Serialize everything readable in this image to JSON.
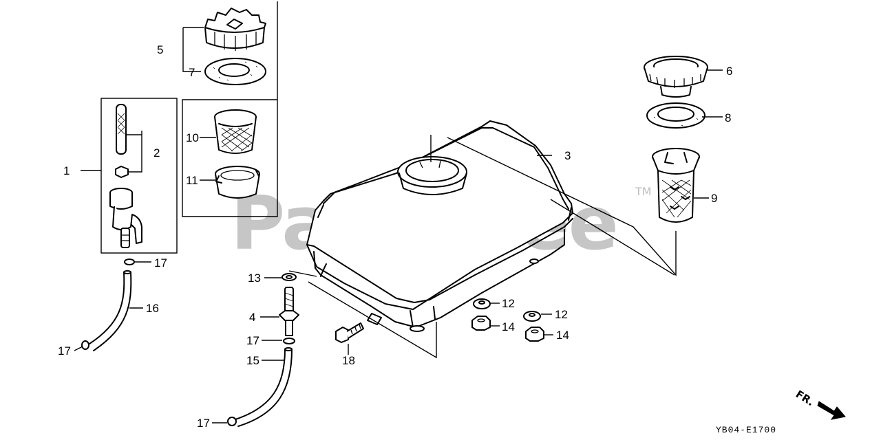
{
  "watermark": {
    "brand": "PartsTree",
    "trademark": "TM"
  },
  "diagram_code": "YB04-E1700",
  "front_indicator": "FR.",
  "callouts": {
    "c1": "1",
    "c2": "2",
    "c3": "3",
    "c4": "4",
    "c5": "5",
    "c6": "6",
    "c7": "7",
    "c8": "8",
    "c9": "9",
    "c10": "10",
    "c11": "11",
    "c12a": "12",
    "c12b": "12",
    "c13": "13",
    "c14a": "14",
    "c14b": "14",
    "c15": "15",
    "c16": "16",
    "c17a": "17",
    "c17b": "17",
    "c17c": "17",
    "c17d": "17",
    "c18": "18"
  }
}
